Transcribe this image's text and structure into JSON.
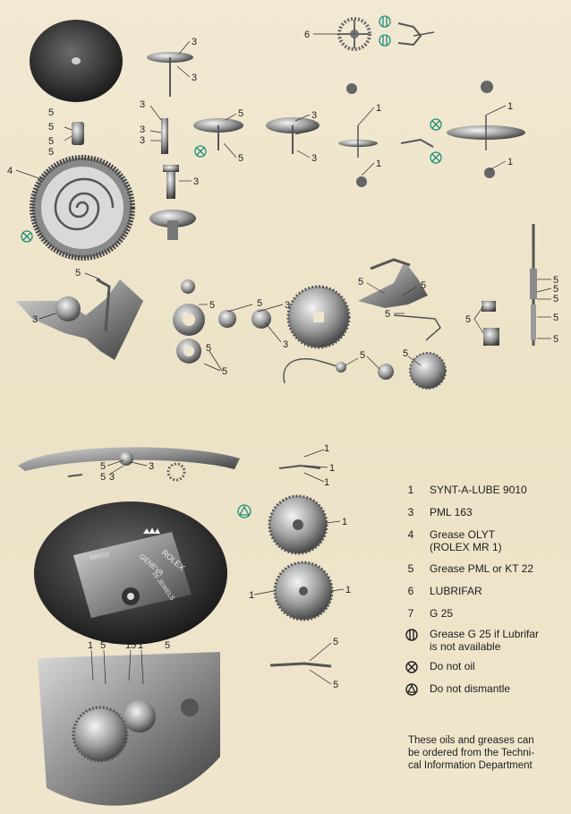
{
  "callouts": {
    "top": [
      "6",
      "3",
      "3",
      "3",
      "3",
      "5",
      "5",
      "3",
      "3",
      "5",
      "5",
      "5",
      "5",
      "3",
      "3",
      "1",
      "1",
      "1",
      "1",
      "4"
    ],
    "middle": [
      "5",
      "5",
      "5",
      "5",
      "3",
      "3",
      "3",
      "5",
      "5",
      "5",
      "5",
      "5",
      "5",
      "5",
      "5",
      "5",
      "5",
      "5",
      "5"
    ],
    "bottom": [
      "1",
      "1",
      "1",
      "5",
      "5",
      "3",
      "3",
      "1",
      "5",
      "5",
      "1",
      "1",
      "1",
      "5",
      "1",
      "5",
      "1",
      "5"
    ]
  },
  "legend": [
    {
      "key": "1",
      "text": "SYNT-A-LUBE 9010"
    },
    {
      "key": "3",
      "text": "PML 163"
    },
    {
      "key": "4",
      "text": "Grease OLYT\n(ROLEX MR 1)"
    },
    {
      "key": "5",
      "text": "Grease PML or KT 22"
    },
    {
      "key": "6",
      "text": "LUBRIFAR"
    },
    {
      "key": "7",
      "text": "G 25"
    },
    {
      "icon": "grease-g25-symbol-icon",
      "text": "Grease G 25 if Lubrifar\nis not available"
    },
    {
      "icon": "do-not-oil-symbol-icon",
      "text": "Do not oil"
    },
    {
      "icon": "do-not-dismantle-symbol-icon",
      "text": "Do not dismantle"
    }
  ],
  "note": "These oils and greases can\nbe ordered from the Techni-\ncal Information Department",
  "engraving": {
    "text": [
      "GENEVA",
      "ROLEX",
      "26 JEWELS",
      "SWISS"
    ],
    "logo": "crown-logo"
  },
  "colors": {
    "background": "#efe6cd",
    "symbol": "#1f8f78",
    "ink": "#1f1f1f"
  }
}
